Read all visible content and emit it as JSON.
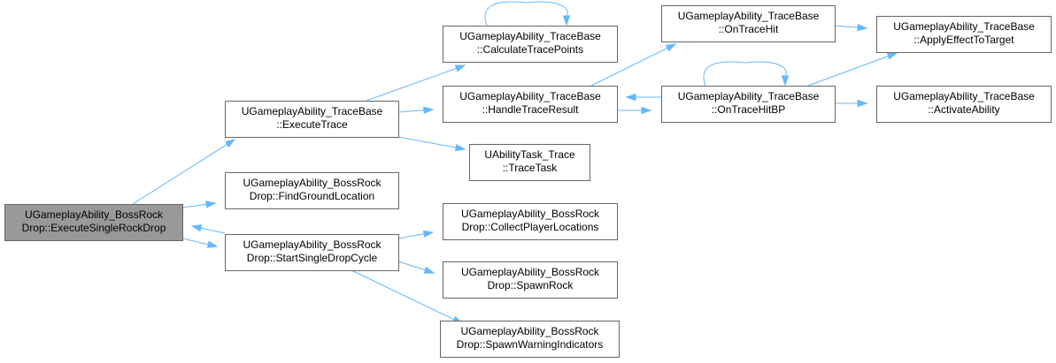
{
  "graph": {
    "nodes": [
      {
        "id": "root",
        "line1": "UGameplayAbility_BossRock",
        "line2": "Drop::ExecuteSingleRockDrop",
        "highlighted": true
      },
      {
        "id": "executeTrace",
        "line1": "UGameplayAbility_TraceBase",
        "line2": "::ExecuteTrace"
      },
      {
        "id": "findGround",
        "line1": "UGameplayAbility_BossRock",
        "line2": "Drop::FindGroundLocation"
      },
      {
        "id": "startCycle",
        "line1": "UGameplayAbility_BossRock",
        "line2": "Drop::StartSingleDropCycle"
      },
      {
        "id": "calcPoints",
        "line1": "UGameplayAbility_TraceBase",
        "line2": "::CalculateTracePoints"
      },
      {
        "id": "handleResult",
        "line1": "UGameplayAbility_TraceBase",
        "line2": "::HandleTraceResult"
      },
      {
        "id": "traceTask",
        "line1": "UAbilityTask_Trace",
        "line2": "::TraceTask"
      },
      {
        "id": "collectPlayers",
        "line1": "UGameplayAbility_BossRock",
        "line2": "Drop::CollectPlayerLocations"
      },
      {
        "id": "spawnRock",
        "line1": "UGameplayAbility_BossRock",
        "line2": "Drop::SpawnRock"
      },
      {
        "id": "spawnWarning",
        "line1": "UGameplayAbility_BossRock",
        "line2": "Drop::SpawnWarningIndicators"
      },
      {
        "id": "onTraceHit",
        "line1": "UGameplayAbility_TraceBase",
        "line2": "::OnTraceHit"
      },
      {
        "id": "onTraceHitBP",
        "line1": "UGameplayAbility_TraceBase",
        "line2": "::OnTraceHitBP"
      },
      {
        "id": "applyEffect",
        "line1": "UGameplayAbility_TraceBase",
        "line2": "::ApplyEffectToTarget"
      },
      {
        "id": "activateAbility",
        "line1": "UGameplayAbility_TraceBase",
        "line2": "::ActivateAbility"
      }
    ],
    "edges": [
      {
        "from": "root",
        "to": "executeTrace"
      },
      {
        "from": "root",
        "to": "findGround"
      },
      {
        "from": "root",
        "to": "startCycle"
      },
      {
        "from": "startCycle",
        "to": "root"
      },
      {
        "from": "executeTrace",
        "to": "calcPoints"
      },
      {
        "from": "executeTrace",
        "to": "handleResult"
      },
      {
        "from": "executeTrace",
        "to": "traceTask"
      },
      {
        "from": "calcPoints",
        "to": "calcPoints"
      },
      {
        "from": "handleResult",
        "to": "onTraceHit"
      },
      {
        "from": "handleResult",
        "to": "onTraceHitBP"
      },
      {
        "from": "onTraceHitBP",
        "to": "handleResult"
      },
      {
        "from": "onTraceHitBP",
        "to": "onTraceHitBP"
      },
      {
        "from": "onTraceHit",
        "to": "applyEffect"
      },
      {
        "from": "onTraceHitBP",
        "to": "applyEffect"
      },
      {
        "from": "onTraceHitBP",
        "to": "activateAbility"
      },
      {
        "from": "startCycle",
        "to": "collectPlayers"
      },
      {
        "from": "startCycle",
        "to": "spawnRock"
      },
      {
        "from": "startCycle",
        "to": "spawnWarning"
      }
    ]
  },
  "colors": {
    "edge": "#63b8ff",
    "node_border": "#666666",
    "node_fill": "#ffffff",
    "root_fill": "#999999"
  }
}
